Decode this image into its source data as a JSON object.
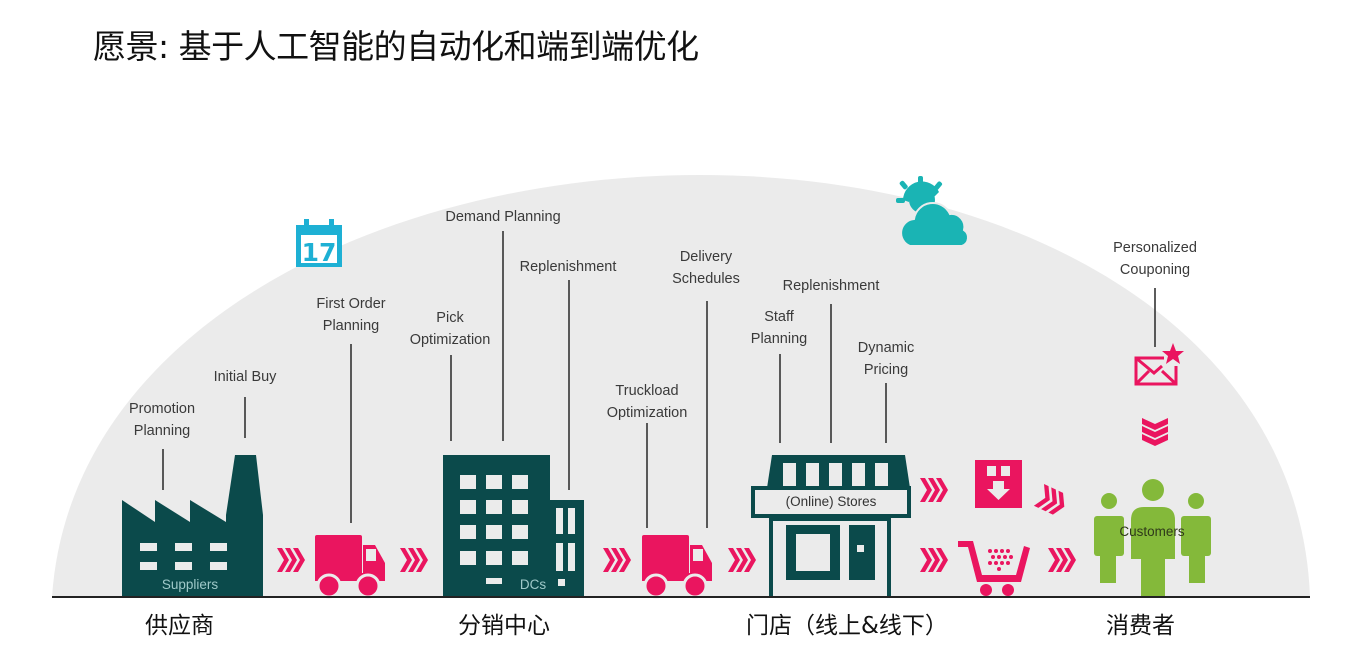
{
  "title": "愿景: 基于人工智能的自动化和端到端优化",
  "colors": {
    "dome": "#ebebeb",
    "building": "#0b4a4b",
    "accent": "#ea155f",
    "teal": "#1ab4b4",
    "calendar": "#1eb0d4",
    "customer": "#84b93a",
    "ground": "#222222"
  },
  "icons": {
    "calendar": {
      "name": "calendar-icon",
      "day": "17"
    },
    "weather": {
      "name": "sun-cloud-icon"
    }
  },
  "stages": [
    {
      "label": "供应商",
      "building_label": "Suppliers",
      "icon": "factory-icon"
    },
    {
      "label": "分销中心",
      "building_label": "DCs",
      "icon": "office-building-icon"
    },
    {
      "label": "门店（线上&线下）",
      "building_label": "(Online) Stores",
      "icon": "storefront-icon"
    },
    {
      "label": "消费者",
      "building_label": "Customers",
      "icon": "people-icon"
    }
  ],
  "callouts": [
    {
      "text": "Promotion\nPlanning"
    },
    {
      "text": "Initial Buy"
    },
    {
      "text": "First Order\nPlanning"
    },
    {
      "text": "Pick\nOptimization"
    },
    {
      "text": "Demand Planning"
    },
    {
      "text": "Replenishment"
    },
    {
      "text": "Truckload\nOptimization"
    },
    {
      "text": "Delivery\nSchedules"
    },
    {
      "text": "Staff\nPlanning"
    },
    {
      "text": "Replenishment"
    },
    {
      "text": "Dynamic\nPricing"
    },
    {
      "text": "Personalized\nCouponing"
    }
  ]
}
